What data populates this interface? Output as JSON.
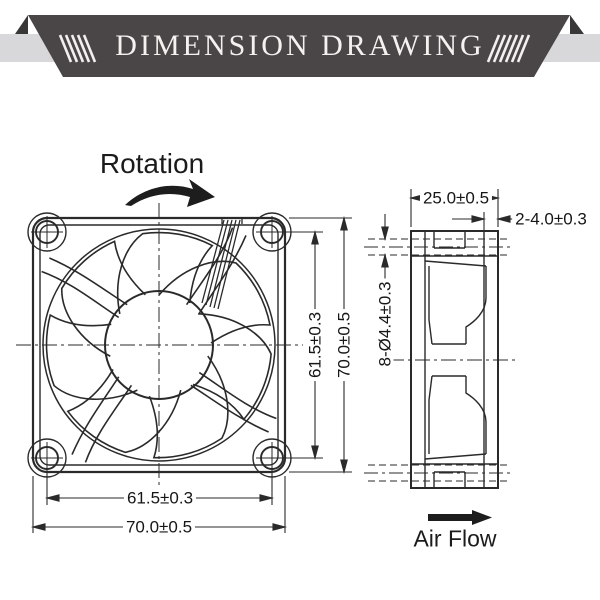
{
  "header": {
    "title": "DIMENSION DRAWING"
  },
  "front_view": {
    "rotation_label": "Rotation",
    "hole_spacing_horizontal": "61.5±0.3",
    "frame_width": "70.0±0.5",
    "hole_spacing_vertical": "61.5±0.3",
    "frame_height": "70.0±0.5"
  },
  "side_view": {
    "depth": "25.0±0.5",
    "flange_thickness": "2-4.0±0.3",
    "mounting_holes": "8-Ø4.4±0.3",
    "air_flow_label": "Air Flow"
  },
  "colors": {
    "banner": "#4a4648",
    "banner_fold": "#3a3739",
    "banner_band": "#d8d8da",
    "banner_text": "#f4f2ef",
    "line": "#2a2a2a",
    "text": "#161616"
  }
}
